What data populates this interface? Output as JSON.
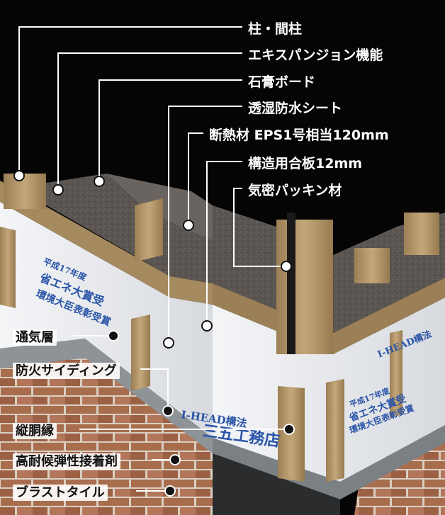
{
  "labels": {
    "pillar": "柱・間柱",
    "expansion": "エキスパンジョン機能",
    "gypsum": "石膏ボード",
    "sheet": "透湿防水シート",
    "insulation": "断熱材 EPS1号相当120mm",
    "plywood": "構造用合板12mm",
    "airtight": "気密パッキン材",
    "vent": "通気層",
    "siding": "防火サイディング",
    "furring": "縦胴縁",
    "adhesive": "高耐候弾性接着剤",
    "tile": "ブラストタイル"
  },
  "sheet_print": {
    "left_lines": [
      "平成17年度",
      "省エネ大賞受",
      "環境大臣表彰受賞"
    ],
    "mid_brand": "I-HEAD構法",
    "mid_company": "三五工務店",
    "right_lines": [
      "平成17年度",
      "省エネ大賞受",
      "環境大臣表彰受賞"
    ],
    "right_brand": "I-HEAD構法"
  },
  "colors": {
    "background": "#050505",
    "label_text": "#ffffff",
    "leader_line": "#ffffff",
    "wood": "#b79a6c",
    "insulation": "#5b5551",
    "sheet": "#eef0f2",
    "print_blue": "#2b55a8",
    "brick": "#a86d4d",
    "flashing": "#8e9397"
  }
}
